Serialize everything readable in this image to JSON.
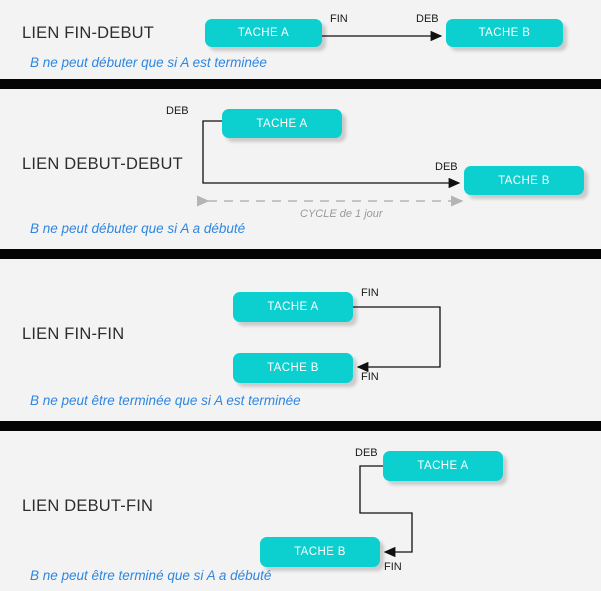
{
  "diagram": {
    "title_implicit": "",
    "colors": {
      "background": "#f3f3f4",
      "separator": "#050505",
      "task_box": "#0ccfcf",
      "task_label": "#ffffff",
      "section_title": "#2d2d2d",
      "caption": "#2e86e0",
      "edge_line": "#1a1a1a",
      "cycle_arrow": "#b0b0b0",
      "cycle_label": "#9a9a9a"
    },
    "sections": [
      {
        "id": "fin-debut",
        "title": "LIEN FIN-DEBUT",
        "caption": "B ne peut débuter que si A est terminée",
        "task_a": "TACHE A",
        "task_b": "TACHE B",
        "label_source": "FIN",
        "label_target": "DEB"
      },
      {
        "id": "debut-debut",
        "title": "LIEN DEBUT-DEBUT",
        "caption": "B ne peut débuter que si A a débuté",
        "task_a": "TACHE A",
        "task_b": "TACHE B",
        "label_source": "DEB",
        "label_target": "DEB",
        "cycle_label": "CYCLE de 1 jour"
      },
      {
        "id": "fin-fin",
        "title": "LIEN FIN-FIN",
        "caption": "B ne peut être terminée que si A est terminée",
        "task_a": "TACHE A",
        "task_b": "TACHE B",
        "label_source": "FIN",
        "label_target": "FIN"
      },
      {
        "id": "debut-fin",
        "title": "LIEN DEBUT-FIN",
        "caption": "B ne peut être terminé que si A a débuté",
        "task_a": "TACHE A",
        "task_b": "TACHE B",
        "label_source": "DEB",
        "label_target": "FIN"
      }
    ]
  }
}
